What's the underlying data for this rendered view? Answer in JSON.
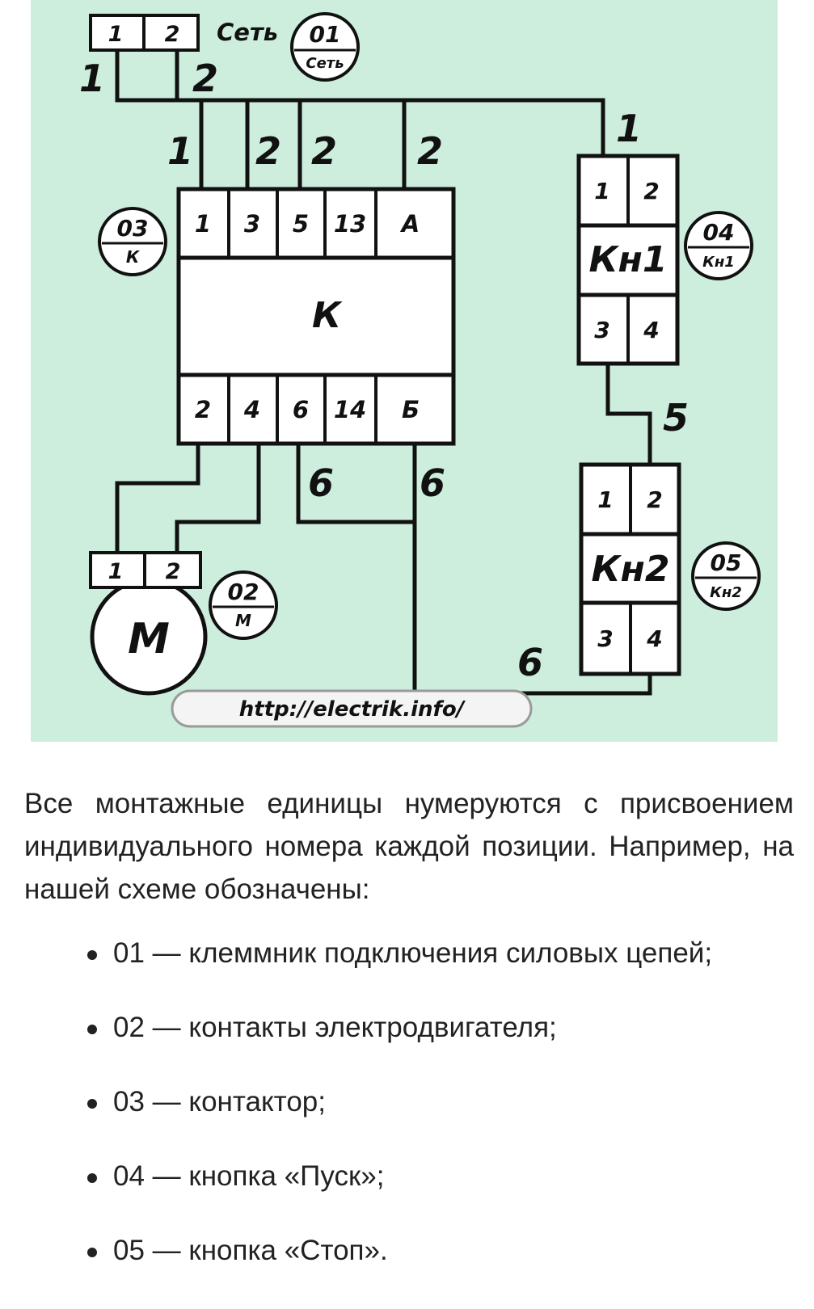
{
  "diagram": {
    "colors": {
      "background": "#cdeedd",
      "line": "#111111",
      "box": "#ffffff"
    },
    "network": {
      "pins": [
        "1",
        "2"
      ],
      "label": "Сеть",
      "badge_num": "01",
      "badge_name": "Сеть"
    },
    "contactor": {
      "name": "К",
      "top_pins": [
        "1",
        "3",
        "5",
        "13",
        "А"
      ],
      "bottom_pins": [
        "2",
        "4",
        "6",
        "14",
        "Б"
      ],
      "badge_num": "03",
      "badge_name": "К"
    },
    "kn1": {
      "name": "Кн1",
      "top_pins": [
        "1",
        "2"
      ],
      "bottom_pins": [
        "3",
        "4"
      ],
      "badge_num": "04",
      "badge_name": "Кн1"
    },
    "kn2": {
      "name": "Кн2",
      "top_pins": [
        "1",
        "2"
      ],
      "bottom_pins": [
        "3",
        "4"
      ],
      "badge_num": "05",
      "badge_name": "Кн2"
    },
    "motor": {
      "name": "М",
      "pins": [
        "1",
        "2"
      ],
      "badge_num": "02",
      "badge_name": "М"
    },
    "wire_labels": {
      "net_1": "1",
      "net_2": "2",
      "k1": "1",
      "k3": "2",
      "k5": "2",
      "kA": "2",
      "kn1_in": "1",
      "kn1_kn2": "5",
      "k6": "6",
      "kB": "6",
      "kn2_out": "6"
    },
    "url": "http://electrik.info/"
  },
  "article": {
    "paragraph_lines": [
      "Все монтажные единицы нумеруются с",
      "присвоением индивидуального номера каждой",
      "позиции. Например, на нашей схеме обозначены:"
    ],
    "items": [
      "01 — клеммник подключения силовых цепей;",
      "02 — контакты электродвигателя;",
      "03 — контактор;",
      "04 — кнопка «Пуск»;",
      "05 — кнопка «Стоп»."
    ]
  }
}
